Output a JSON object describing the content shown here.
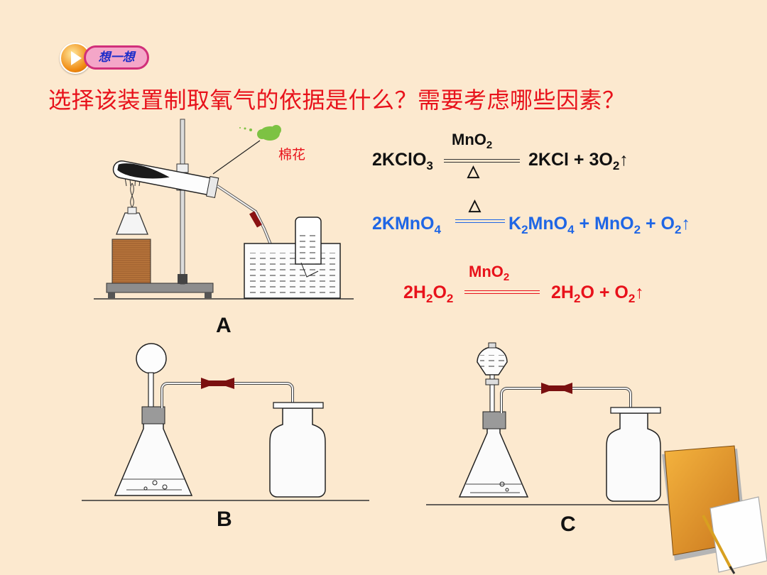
{
  "badge": {
    "label": "想一想"
  },
  "question": "选择该装置制取氧气的依据是什么？需要考虑哪些因素？",
  "cotton_label": "棉花",
  "equations": {
    "eq1": {
      "left_main": "2KClO",
      "left_sub": "3",
      "catalyst_main": "MnO",
      "catalyst_sub": "2",
      "heat": "△",
      "right": "2KCl + 3O",
      "right_sub": "2",
      "arrow": "↑"
    },
    "eq2": {
      "left_main": "2KMnO",
      "left_sub": "4",
      "heat": "△",
      "r1": "K",
      "r1_sub": "2",
      "r2": "MnO",
      "r2_sub": "4",
      "r3": " + MnO",
      "r3_sub": "2",
      "r4": " + O",
      "r4_sub": "2",
      "arrow": "↑"
    },
    "eq3": {
      "left_a": "2H",
      "left_a_sub": "2",
      "left_b": "O",
      "left_b_sub": "2",
      "catalyst_main": "MnO",
      "catalyst_sub": "2",
      "r1": "2H",
      "r1_sub": "2",
      "r2": "O + O",
      "r2_sub": "2",
      "arrow": "↑"
    }
  },
  "apparatus_labels": {
    "a": "A",
    "b": "B",
    "c": "C"
  },
  "colors": {
    "background": "#fce9cf",
    "question": "#e8121b",
    "eq_black": "#111111",
    "eq_blue": "#1f66e5",
    "eq_red": "#e8121b",
    "cotton": "#7dc243",
    "rubber": "#7a1010"
  }
}
